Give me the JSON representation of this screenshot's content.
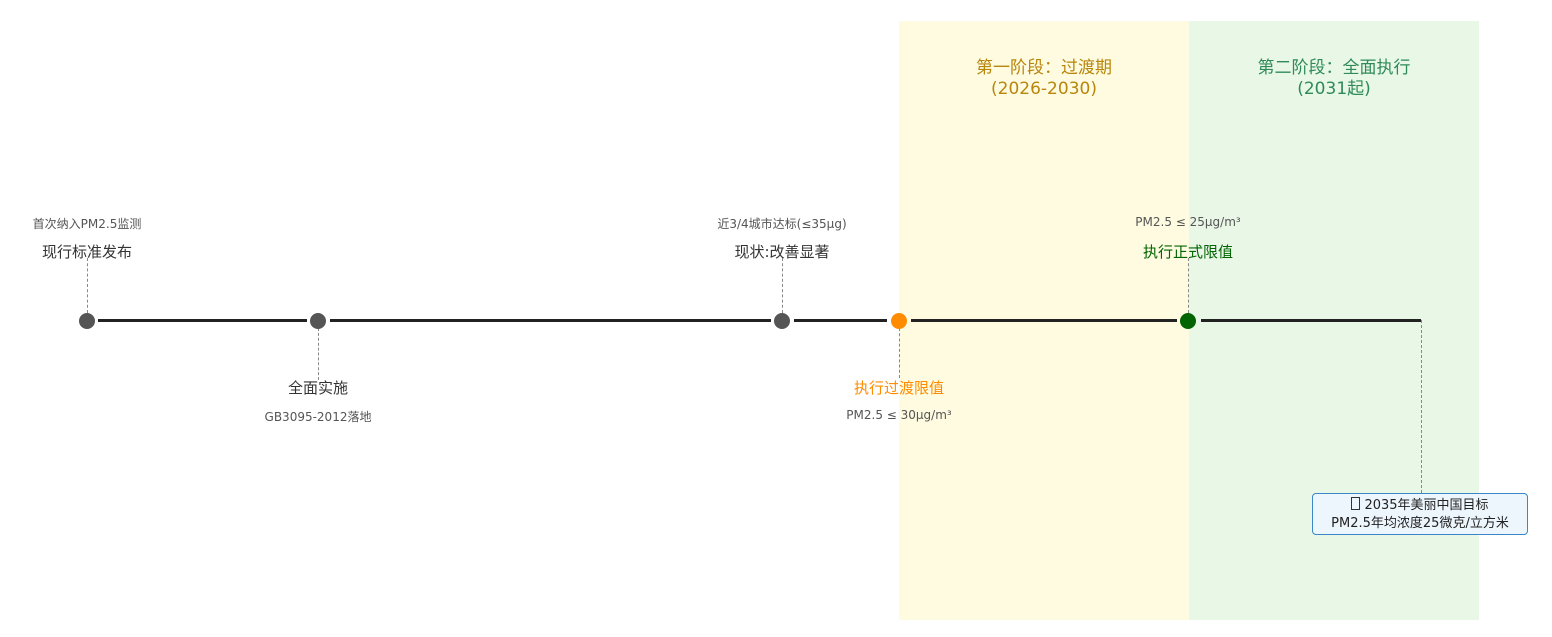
{
  "phases": [
    {
      "title": "第一阶段：过渡期",
      "range": "(2026-2030)",
      "color": "#b8860b",
      "bg": "#fefbe1"
    },
    {
      "title": "第二阶段：全面执行",
      "range": "(2031起)",
      "color": "#2e8b57",
      "bg": "#e9f7e7"
    }
  ],
  "events": [
    {
      "title": "现行标准发布",
      "subtitle": "首次纳入PM2.5监测",
      "color": "#555555"
    },
    {
      "title": "全面实施",
      "subtitle": "GB3095-2012落地",
      "color": "#555555"
    },
    {
      "title": "现状:改善显著",
      "subtitle": "近3/4城市达标(≤35μg)",
      "color": "#555555"
    },
    {
      "title": "执行过渡限值",
      "subtitle": "PM2.5 ≤ 30μg/m³",
      "color": "#ff8c00"
    },
    {
      "title": "执行正式限值",
      "subtitle": "PM2.5 ≤ 25μg/m³",
      "color": "#006400"
    }
  ],
  "callout": {
    "icon": "target-icon",
    "line1": "2035年美丽中国目标",
    "line2": "PM2.5年均浓度25微克/立方米"
  }
}
